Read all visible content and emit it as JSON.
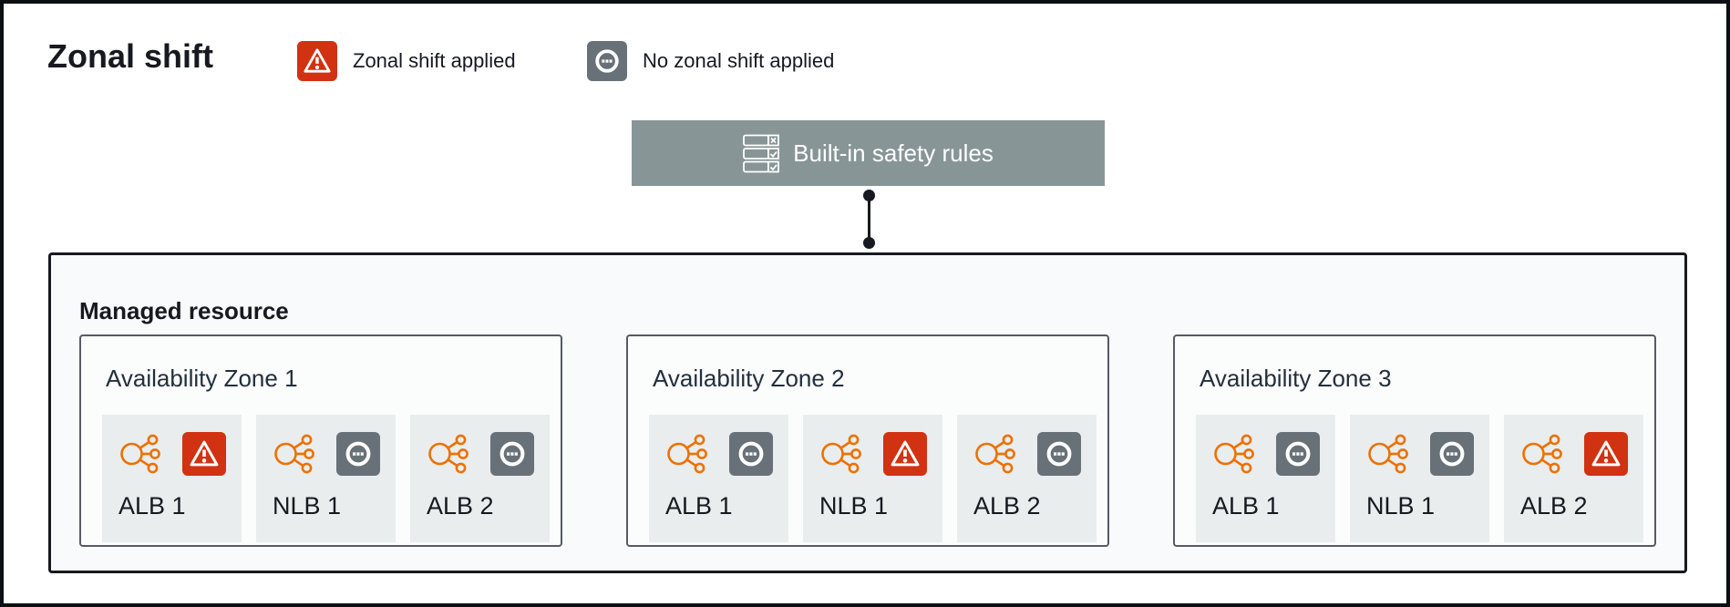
{
  "page": {
    "title": "Zonal shift"
  },
  "legend": {
    "items": [
      {
        "label": "Zonal shift applied",
        "status": "applied",
        "icon": "warning-triangle-icon",
        "color": "#d13212"
      },
      {
        "label": "No zonal shift applied",
        "status": "none",
        "icon": "ellipsis-circle-icon",
        "color": "#687078"
      }
    ]
  },
  "safety_rules": {
    "label": "Built-in safety rules",
    "icon": "safety-rules-icon",
    "bg_color": "#879596"
  },
  "managed_resource": {
    "label": "Managed resource",
    "zones": [
      {
        "label": "Availability Zone 1",
        "resources": [
          {
            "name": "ALB 1",
            "status": "applied"
          },
          {
            "name": "NLB 1",
            "status": "none"
          },
          {
            "name": "ALB 2",
            "status": "none"
          }
        ]
      },
      {
        "label": "Availability Zone 2",
        "resources": [
          {
            "name": "ALB 1",
            "status": "none"
          },
          {
            "name": "NLB 1",
            "status": "applied"
          },
          {
            "name": "ALB 2",
            "status": "none"
          }
        ]
      },
      {
        "label": "Availability Zone 3",
        "resources": [
          {
            "name": "ALB 1",
            "status": "none"
          },
          {
            "name": "NLB 1",
            "status": "none"
          },
          {
            "name": "ALB 2",
            "status": "applied"
          }
        ]
      }
    ]
  },
  "colors": {
    "applied_badge": "#d13212",
    "none_badge": "#687078",
    "load_balancer_icon": "#ed7100",
    "rules_box": "#879596",
    "managed_border": "#16191f",
    "zone_border": "#545b64",
    "card_bg": "#e9edee",
    "text": "#16191f"
  }
}
